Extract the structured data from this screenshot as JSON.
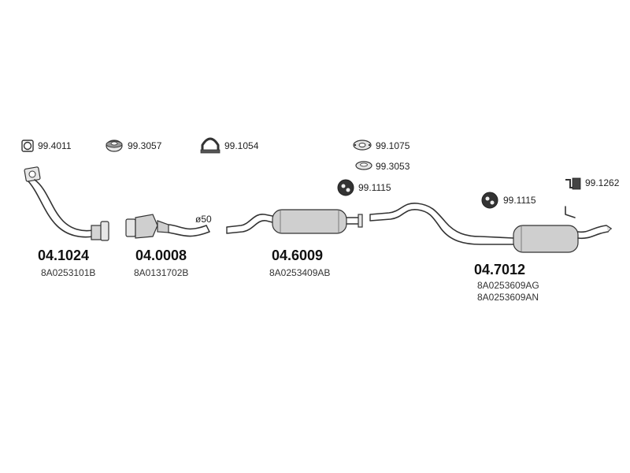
{
  "accessories": [
    {
      "code": "99.4011",
      "icon": "ring-icon"
    },
    {
      "code": "99.3057",
      "icon": "rubber-hanger-icon"
    },
    {
      "code": "99.1054",
      "icon": "clamp-icon"
    },
    {
      "code": "99.1075",
      "icon": "gasket-icon"
    },
    {
      "code": "99.3053",
      "icon": "flat-ring-icon"
    },
    {
      "code": "99.1115",
      "icon": "rubber-mount-icon"
    },
    {
      "code": "99.1115",
      "icon": "rubber-mount-icon"
    },
    {
      "code": "99.1262",
      "icon": "bracket-icon"
    }
  ],
  "parts": [
    {
      "code": "04.1024",
      "oem": [
        "8A0253101B"
      ]
    },
    {
      "code": "04.0008",
      "oem": [
        "8A0131702B"
      ]
    },
    {
      "code": "04.6009",
      "oem": [
        "8A0253409AB"
      ]
    },
    {
      "code": "04.7012",
      "oem": [
        "8A0253609AG",
        "8A0253609AN"
      ]
    }
  ],
  "diameter_label": "ø50"
}
